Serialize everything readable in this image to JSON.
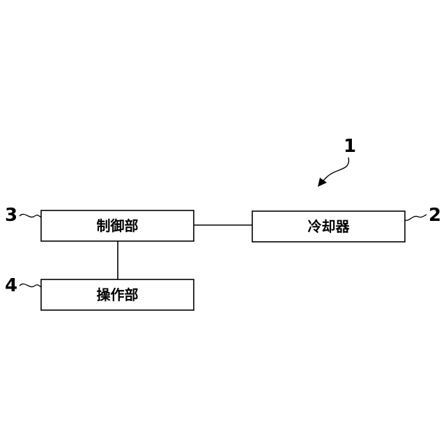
{
  "diagram": {
    "system_ref": "1",
    "blocks": {
      "control": {
        "ref": "3",
        "label": "制御部"
      },
      "cooler": {
        "ref": "2",
        "label": "冷却器"
      },
      "operation": {
        "ref": "4",
        "label": "操作部"
      }
    },
    "colors": {
      "stroke": "#000000",
      "fill": "#ffffff",
      "text": "#000000"
    }
  }
}
